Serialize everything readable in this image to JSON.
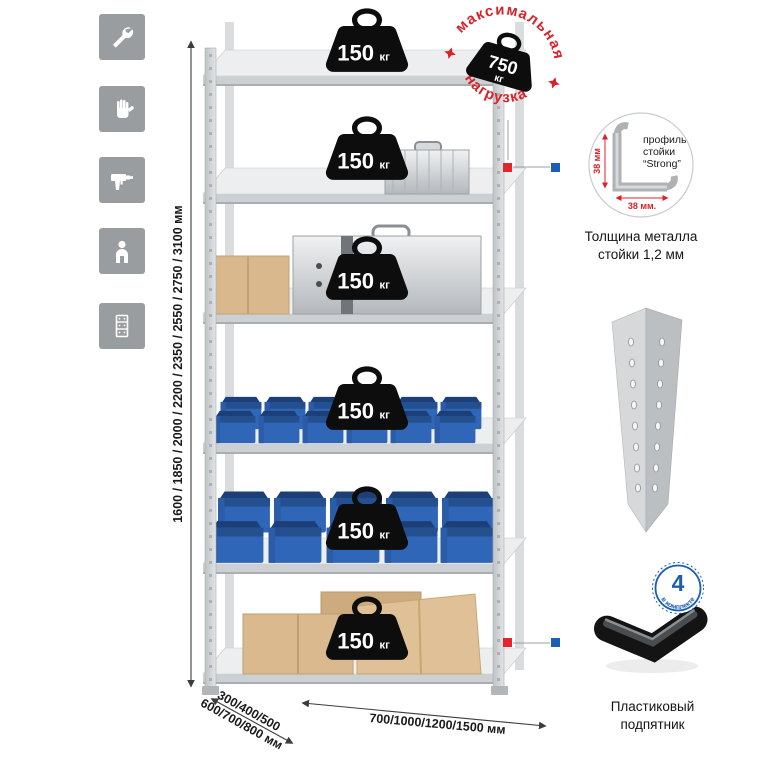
{
  "colors": {
    "accent_red": "#d8232a",
    "accent_blue": "#1b5fb5",
    "tile_gray": "#9a9da0"
  },
  "sidebar": {
    "icons": [
      {
        "name": "wrench-icon"
      },
      {
        "name": "gloves-icon"
      },
      {
        "name": "drill-icon"
      },
      {
        "name": "person-icon"
      },
      {
        "name": "rack-icon"
      }
    ]
  },
  "rack": {
    "load_value": "150",
    "load_unit": "кг"
  },
  "stamp": {
    "arc_top": "максимальная",
    "arc_bottom": "нагрузка",
    "value": "750",
    "unit": "кг"
  },
  "profile": {
    "label_line1": "профиль",
    "label_line2": "стойки",
    "label_line3": "“Strong”",
    "dim_vertical": "38 мм",
    "dim_horizontal": "38 мм.",
    "caption_line1": "Толщина металла",
    "caption_line2": "стойки 1,2 мм"
  },
  "foot": {
    "badge_value": "4",
    "badge_text": "в комплекте",
    "caption_line1": "Пластиковый",
    "caption_line2": "подпятник"
  },
  "dimensions": {
    "height": "1600 / 1850 / 2000 / 2200 / 2350 / 2550 / 2750 / 3100 мм",
    "depth_line1": "300/400/500",
    "depth_line2": "600/700/800 мм",
    "width": "700/1000/1200/1500 мм"
  }
}
